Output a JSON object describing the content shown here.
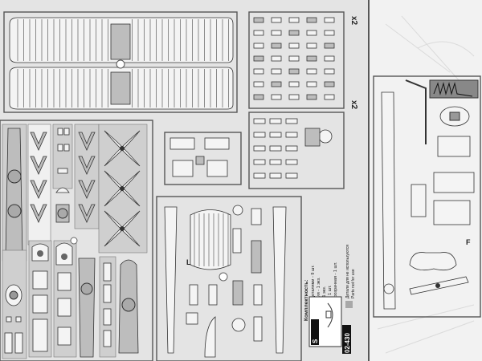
{
  "sheet": {
    "multiplier_top": "x2",
    "multiplier_middle": "x2",
    "sprue_letters": [
      "L",
      "F"
    ],
    "contents_title": "Комплектность:",
    "contents_items": [
      "1. Рамка с деталями - 9 шт.",
      "2. Инструкция - 1 экз.",
      "3. Декаль - 1 экз.",
      "4. Коробка - 1 шт.",
      "5. Плёнка прозрачная - 1 шт."
    ],
    "legend_ru": "Детали для не используются",
    "legend_en": "Parts not for use",
    "legend_color": "#a8a8a8",
    "logo_text": "S",
    "kit_code": "02-430"
  }
}
